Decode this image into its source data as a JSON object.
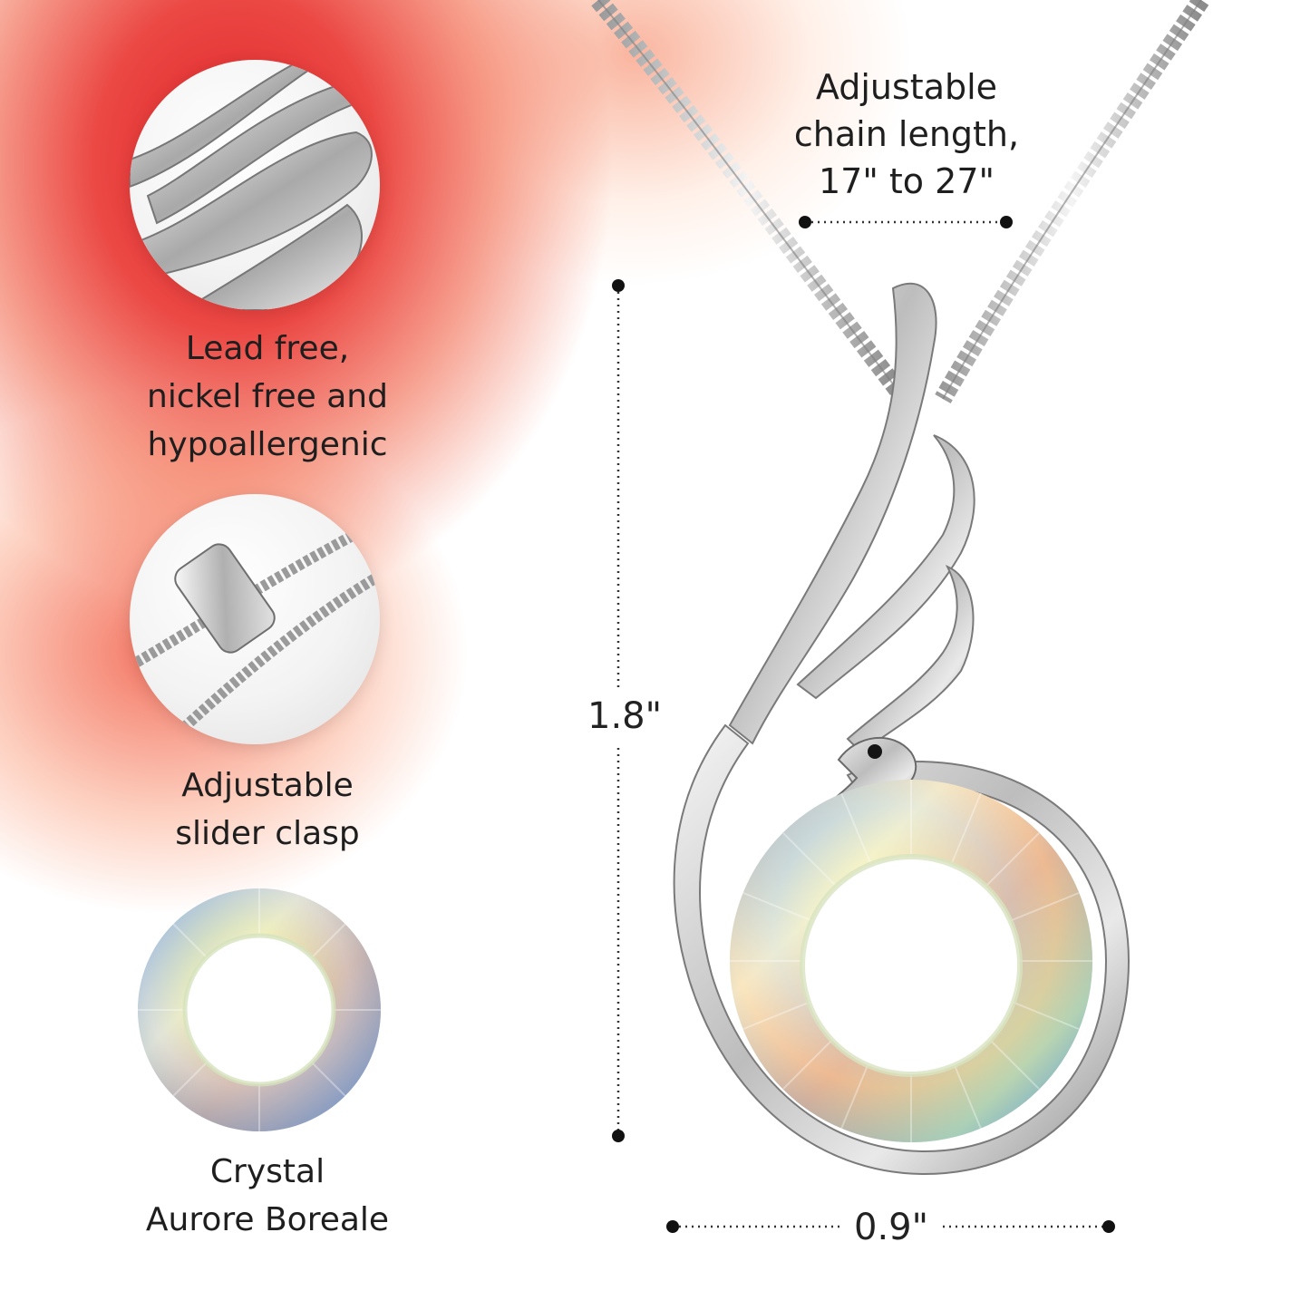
{
  "features": [
    {
      "id": "lead-free",
      "icon": "wing-detail-icon",
      "caption_lines": [
        "Lead free,",
        "nickel free and",
        "hypoallergenic"
      ]
    },
    {
      "id": "slider-clasp",
      "icon": "slider-clasp-icon",
      "caption_lines": [
        "Adjustable",
        "slider clasp"
      ]
    },
    {
      "id": "crystal",
      "icon": "crystal-ring-icon",
      "caption_lines": [
        "Crystal",
        "Aurore Boreale"
      ]
    }
  ],
  "chain_note": {
    "lines": [
      "Adjustable",
      "chain length,",
      "17\" to 27\""
    ]
  },
  "dimensions": {
    "height": "1.8\"",
    "width": "0.9\""
  },
  "colors": {
    "accent_red": "#dc191e",
    "silver": "#c8c8c8",
    "text": "#1e1e1e"
  }
}
